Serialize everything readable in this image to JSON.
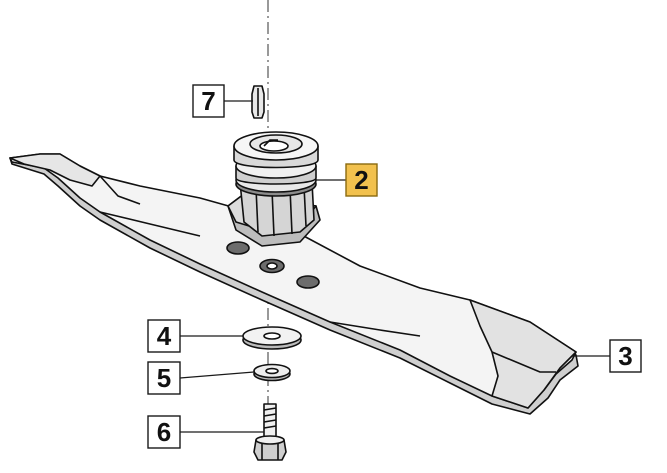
{
  "colors": {
    "highlight": "#f2c14e",
    "part_fill": "#f4f4f4",
    "part_shade": "#d9d9d9",
    "part_dark": "#a8a8a8",
    "line": "#111111"
  },
  "callouts": [
    {
      "id": "2",
      "label": "2",
      "part": "blade-adapter-hub",
      "highlighted": true
    },
    {
      "id": "3",
      "label": "3",
      "part": "mower-blade",
      "highlighted": false
    },
    {
      "id": "4",
      "label": "4",
      "part": "large-washer",
      "highlighted": false
    },
    {
      "id": "5",
      "label": "5",
      "part": "spring-washer",
      "highlighted": false
    },
    {
      "id": "6",
      "label": "6",
      "part": "blade-bolt",
      "highlighted": false
    },
    {
      "id": "7",
      "label": "7",
      "part": "woodruff-key",
      "highlighted": false
    }
  ]
}
